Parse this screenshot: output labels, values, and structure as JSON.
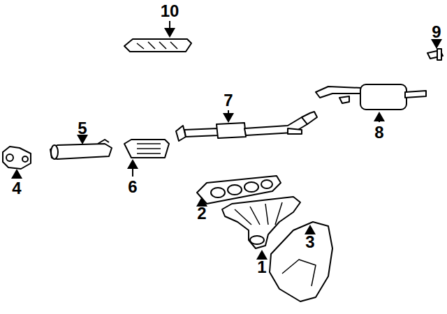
{
  "diagram": {
    "labels": [
      "10",
      "9",
      "7",
      "5",
      "8",
      "4",
      "6",
      "2",
      "3",
      "1"
    ]
  }
}
